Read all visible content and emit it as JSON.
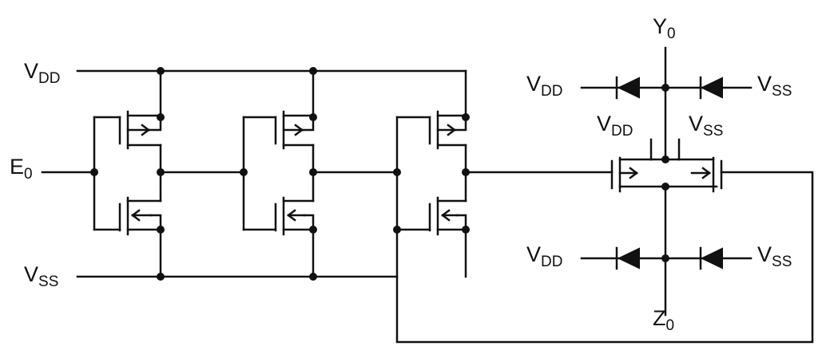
{
  "colors": {
    "background": "#ffffff",
    "ink": "#111111"
  },
  "labels": {
    "vdd_rail": {
      "main": "V",
      "sub": "DD"
    },
    "vss_rail": {
      "main": "V",
      "sub": "SS"
    },
    "input": {
      "main": "E",
      "sub": "0"
    },
    "output_y": {
      "main": "Y",
      "sub": "0"
    },
    "output_z": {
      "main": "Z",
      "sub": "0"
    },
    "vdd_upper_diode": {
      "main": "V",
      "sub": "DD"
    },
    "vss_upper_diode": {
      "main": "V",
      "sub": "SS"
    },
    "vdd_gate": {
      "main": "V",
      "sub": "DD"
    },
    "vss_gate": {
      "main": "V",
      "sub": "SS"
    },
    "vdd_lower_diode": {
      "main": "V",
      "sub": "DD"
    },
    "vss_lower_diode": {
      "main": "V",
      "sub": "SS"
    }
  }
}
